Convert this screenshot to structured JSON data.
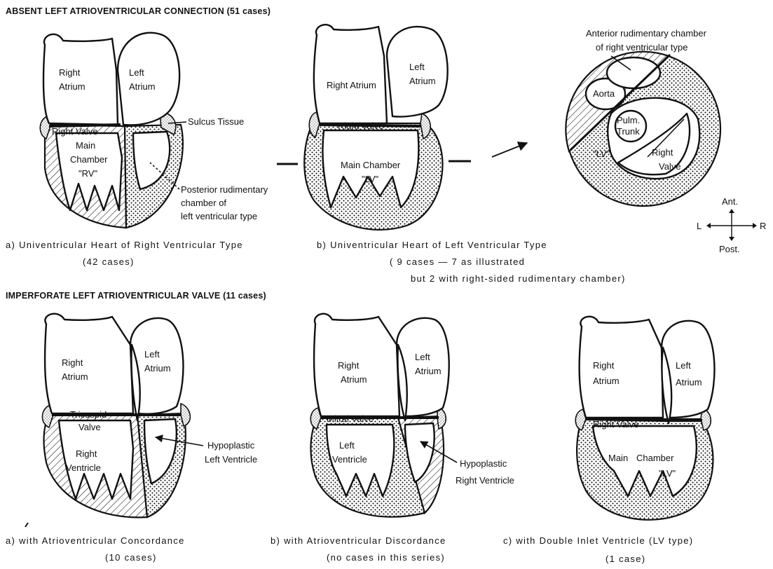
{
  "sections": {
    "absent_title": "ABSENT LEFT ATRIOVENTRICULAR CONNECTION  (51 cases)",
    "imperforate_title": "IMPERFORATE LEFT ATRIOVENTRICULAR VALVE  (11 cases)"
  },
  "top": {
    "a": {
      "right_atrium": [
        "Right",
        "Atrium"
      ],
      "left_atrium": [
        "Left",
        "Atrium"
      ],
      "valve": "Right Valve",
      "chamber": [
        "Main",
        "Chamber",
        "\"RV\""
      ],
      "sulcus": "Sulcus Tissue",
      "posterior": [
        "Posterior rudimentary",
        "chamber of",
        "left ventricular type"
      ],
      "caption": "a) Univentricular Heart of Right Ventricular Type",
      "caption_cases": "(42 cases)"
    },
    "b": {
      "right_atrium": "Right Atrium",
      "left_atrium": [
        "Left",
        "Atrium"
      ],
      "valve": "Right Valve",
      "chamber": [
        "Main Chamber",
        "\"LV\""
      ],
      "caption": "b) Univentricular Heart of Left Ventricular Type",
      "caption_cases": "( 9 cases  —  7 as illustrated",
      "caption_extra": "but 2 with right-sided rudimentary chamber)"
    },
    "c": {
      "anterior": [
        "Anterior rudimentary chamber",
        "of right ventricular type"
      ],
      "aorta": "Aorta",
      "pulm": [
        "Pulm.",
        "Trunk"
      ],
      "lv": "\"LV\"",
      "right_valve": [
        "Right",
        "Valve"
      ]
    },
    "compass": {
      "ant": "Ant.",
      "post": "Post.",
      "l": "L",
      "r": "R"
    }
  },
  "bottom": {
    "a": {
      "right_atrium": [
        "Right",
        "Atrium"
      ],
      "left_atrium": [
        "Left",
        "Atrium"
      ],
      "valve": [
        "Tricuspid",
        "Valve"
      ],
      "ventricle": [
        "Right",
        "Ventricle"
      ],
      "hypo": [
        "Hypoplastic",
        "Left Ventricle"
      ],
      "caption": "a) with  Atrioventricular  Concordance",
      "caption_cases": "(10 cases)"
    },
    "b": {
      "right_atrium": [
        "Right",
        "Atrium"
      ],
      "left_atrium": [
        "Left",
        "Atrium"
      ],
      "valve": "Mitral Valve",
      "ventricle": [
        "Left",
        "Ventricle"
      ],
      "hypo": [
        "Hypoplastic",
        "Right Ventricle"
      ],
      "caption": "b) with Atrioventricular Discordance",
      "caption_cases": "(no cases in this series)"
    },
    "c": {
      "right_atrium": [
        "Right",
        "Atrium"
      ],
      "left_atrium": [
        "Left",
        "Atrium"
      ],
      "valve": "Right Valve",
      "chamber": [
        "Main",
        "Chamber",
        "\"LV\""
      ],
      "caption": "c) with Double Inlet Ventricle (LV type)",
      "caption_cases": "(1 case)"
    }
  }
}
